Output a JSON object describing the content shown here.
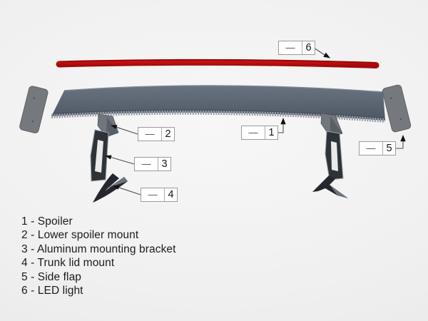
{
  "diagram": {
    "callouts": [
      {
        "number": "1",
        "dash": "—"
      },
      {
        "number": "2",
        "dash": "—"
      },
      {
        "number": "3",
        "dash": "—"
      },
      {
        "number": "4",
        "dash": "—"
      },
      {
        "number": "5",
        "dash": "—"
      },
      {
        "number": "6",
        "dash": "—"
      }
    ],
    "colors": {
      "led_strip": "#b80d0d",
      "led_strip_edge": "#8f0808",
      "spoiler_top": "#5c6673",
      "spoiler_edge": "#454c57",
      "serration": "#969ca5",
      "side_flap": "#75797e",
      "flap_edge": "#5e6266",
      "lower_mount": "#70767e",
      "aluminum_bracket": "#2e3338",
      "bracket_edge": "#9aa1a8",
      "trunk_mount": "#24272b",
      "trunk_mount_highlight": "#6d747b",
      "leader_line": "#4f4f4f",
      "arrowhead": "#111111"
    }
  },
  "legend": {
    "items": [
      "1 - Spoiler",
      "2 - Lower spoiler mount",
      "3 - Aluminum mounting bracket",
      "4 - Trunk lid mount",
      "5 - Side flap",
      "6 - LED light"
    ]
  }
}
